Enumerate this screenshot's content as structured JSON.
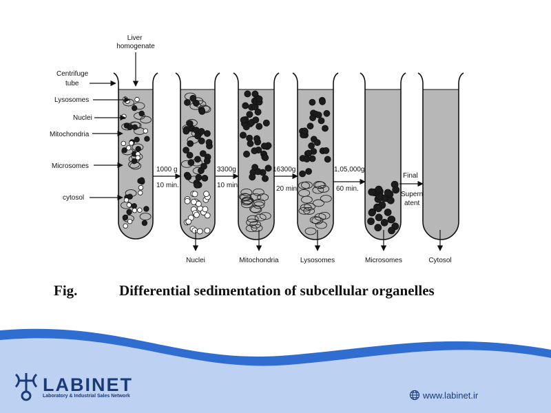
{
  "diagram": {
    "input_label": [
      "Liver",
      "homogenate"
    ],
    "side_labels": {
      "centrifuge_tube": [
        "Centrifuge",
        "tube"
      ],
      "lysosomes": "Lysosomes",
      "nuclei": "Nuclei",
      "mitochondria": "Mitochondria",
      "microsomes": "Microsomes",
      "cytosol": "cytosol"
    },
    "steps": [
      {
        "force": "1000 g",
        "time": "10 min."
      },
      {
        "force": "3300g",
        "time": "10 min."
      },
      {
        "force": "16300g",
        "time": "20 min."
      },
      {
        "force": "1,05,000g",
        "time": "60 min."
      },
      {
        "force": "Final",
        "time": [
          "Supern",
          "atent"
        ]
      }
    ],
    "pellets": [
      "Nuclei",
      "Mitochondria",
      "Lysosomes",
      "Microsomes",
      "Cytosol"
    ],
    "caption_fig": "Fig.",
    "caption_title": "Differential sedimentation of subcellular organelles"
  },
  "footer": {
    "brand": "LABINET",
    "tagline": "Laboratory & Industrial Sales Network",
    "website": "www.labinet.ir"
  },
  "colors": {
    "fluid": "#b7b7b7",
    "particle": "#1c1c1c",
    "wave_light": "#bdd2f3",
    "wave_dark": "#2f6ed0",
    "brand": "#1b3b78"
  }
}
